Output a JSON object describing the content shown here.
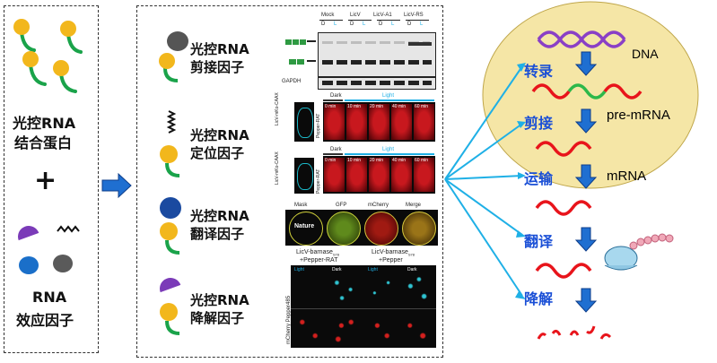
{
  "left_box": {
    "protein_label_1": "光控RNA",
    "protein_label_2": "结合蛋白",
    "plus": "+",
    "effector_label_1": "RNA",
    "effector_label_2": "效应因子"
  },
  "middle_box": {
    "factors": [
      {
        "l1": "光控RNA",
        "l2": "剪接因子"
      },
      {
        "l1": "光控RNA",
        "l2": "定位因子"
      },
      {
        "l1": "光控RNA",
        "l2": "翻译因子"
      },
      {
        "l1": "光控RNA",
        "l2": "降解因子"
      }
    ],
    "gel": {
      "columns": [
        "Mock",
        "LicV",
        "LicV-A1",
        "LicV-RS"
      ],
      "lanes": [
        "D",
        "L",
        "D",
        "L",
        "D",
        "L",
        "D",
        "L"
      ],
      "gapdh": "GAPDH"
    },
    "loc1": {
      "side": "LicV-mKo-CAAX",
      "side2": "Pepper-RAT",
      "dark": "Dark",
      "light": "Light",
      "times": [
        "0 min",
        "10 min",
        "20 min",
        "40 min",
        "60 min"
      ]
    },
    "loc2": {
      "side": "LicV-mKo-CAAX",
      "side2": "Pepper-RAT",
      "dark": "Dark",
      "light": "Light",
      "times": [
        "0 min",
        "10 min",
        "20 min",
        "40 min",
        "60 min"
      ]
    },
    "trans": {
      "heads": [
        "Mask",
        "GFP",
        "mCherry",
        "Merge"
      ],
      "logo": "Nature"
    },
    "deg": {
      "h1": "LicV-barnase",
      "h1sub": "S78",
      "h1b": "+Pepper-RAT",
      "h2": "LicV-barnase",
      "h2sub": "S78",
      "h2b": "+Pepper",
      "light": "Light",
      "dark": "Dark",
      "side": "mCherry Pepper485"
    }
  },
  "right_panel": {
    "steps": [
      "转录",
      "剪接",
      "运输",
      "翻译",
      "降解"
    ],
    "mol": [
      "DNA",
      "pre-mRNA",
      "mRNA"
    ]
  },
  "colors": {
    "accent_blue": "#1a4fd6",
    "arrow_blue": "#1f6fd1",
    "cyan": "#1fb0e6",
    "ellipse_fill": "#f5e6a6",
    "rna_red": "#e8141b",
    "rna_green": "#2db84a",
    "dna_purple": "#8a3fc6",
    "yellow": "#f2b71c",
    "green_tail": "#1aa34a"
  }
}
